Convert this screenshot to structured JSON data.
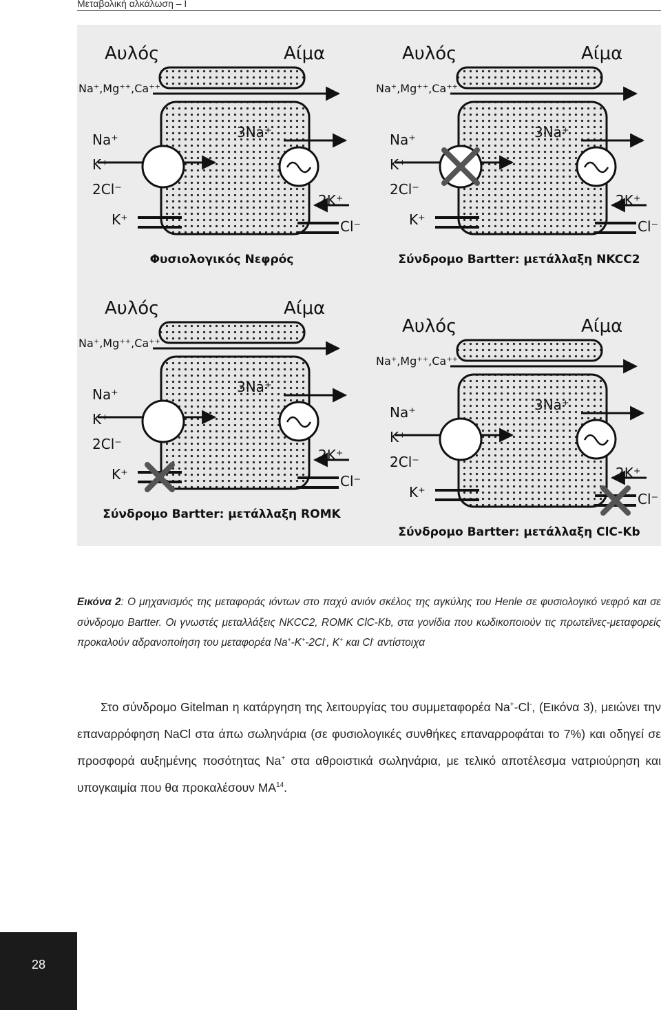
{
  "header": {
    "running_title": "Μεταβολική αλκάλωση – Ι"
  },
  "figure": {
    "panels": [
      {
        "tubule_label": "Αυλός",
        "blood_label": "Αίμα",
        "ions_top_left": "Na⁺,Mg⁺⁺,Ca⁺⁺",
        "pump_label": "3Na⁺",
        "k_out_label": "2K⁺",
        "na_label": "Na⁺",
        "k_label": "K⁺",
        "cl2_label": "2Cl⁻",
        "romk_label": "K⁺",
        "clc_label": "Cl⁻",
        "title": "Φυσιολογικός Νεφρός",
        "blocked": "none"
      },
      {
        "tubule_label": "Αυλός",
        "blood_label": "Αίμα",
        "ions_top_left": "Na⁺,Mg⁺⁺,Ca⁺⁺",
        "pump_label": "3Na⁺",
        "k_out_label": "2K⁺",
        "na_label": "Na⁺",
        "k_label": "K⁺",
        "cl2_label": "2Cl⁻",
        "romk_label": "K⁺",
        "clc_label": "Cl⁻",
        "title": "Σύνδρομο Bartter: μετάλλαξη NKCC2",
        "blocked": "nkcc2"
      },
      {
        "tubule_label": "Αυλός",
        "blood_label": "Αίμα",
        "ions_top_left": "Na⁺,Mg⁺⁺,Ca⁺⁺",
        "pump_label": "3Na⁺",
        "k_out_label": "2K⁺",
        "na_label": "Na⁺",
        "k_label": "K⁺",
        "cl2_label": "2Cl⁻",
        "romk_label": "K⁺",
        "clc_label": "Cl⁻",
        "title": "Σύνδρομο Bartter: μετάλλαξη ROMK",
        "blocked": "romk"
      },
      {
        "tubule_label": "Αυλός",
        "blood_label": "Αίμα",
        "ions_top_left": "Na⁺,Mg⁺⁺,Ca⁺⁺",
        "pump_label": "3Na⁺",
        "k_out_label": "2K⁺",
        "na_label": "Na⁺",
        "k_label": "K⁺",
        "cl2_label": "2Cl⁻",
        "romk_label": "K⁺",
        "clc_label": "Cl⁻",
        "title": "Σύνδρομο Bartter: μετάλλαξη ClC-Kb",
        "blocked": "clckb"
      }
    ]
  },
  "caption": {
    "label": "Εικόνα 2",
    "text_1": ": Ο μηχανισμός της μεταφοράς ιόντων στο παχύ ανιόν σκέλος της αγκύλης του Henle σε φυσιολογικό νεφρό και σε σύνδρομο Bartter. Οι γνωστές μεταλλάξεις NKCC2, ROMK ClC-Kb, στα γονίδια που κωδικοποιούν τις πρωτεϊνες-μεταφορείς προκαλούν αδρανοποίηση του μεταφορέα Na",
    "sup_1": "+",
    "text_2": "-K",
    "sup_2": "+",
    "text_3": "-2Cl",
    "sup_3": "-",
    "text_4": ", K",
    "sup_4": "+",
    "text_5": " και Cl",
    "sup_5": "-",
    "text_6": " αντίστοιχα"
  },
  "body": {
    "text_1": "Στο σύνδρομο Gitelman η κατάργηση της λειτουργίας του συμμεταφορέα Na",
    "sup_1": "+",
    "text_2": "-Cl",
    "sup_2": "-",
    "text_3": ", (Εικόνα 3), μειώνει την επαναρρόφηση NaCl στα άπω σωληνάρια (σε φυσιολογικές συνθήκες επαναρροφάται το 7%) και οδηγεί σε προσφορά αυξημένης ποσότητας Na",
    "sup_3": "+",
    "text_4": " στα αθροιστικά σωληνάρια, με τελικό αποτέλεσμα νατριούρηση και υπογκαιμία που θα προκαλέσουν ΜΑ",
    "sup_4": "14",
    "text_5": "."
  },
  "footer": {
    "page_number": "28"
  }
}
